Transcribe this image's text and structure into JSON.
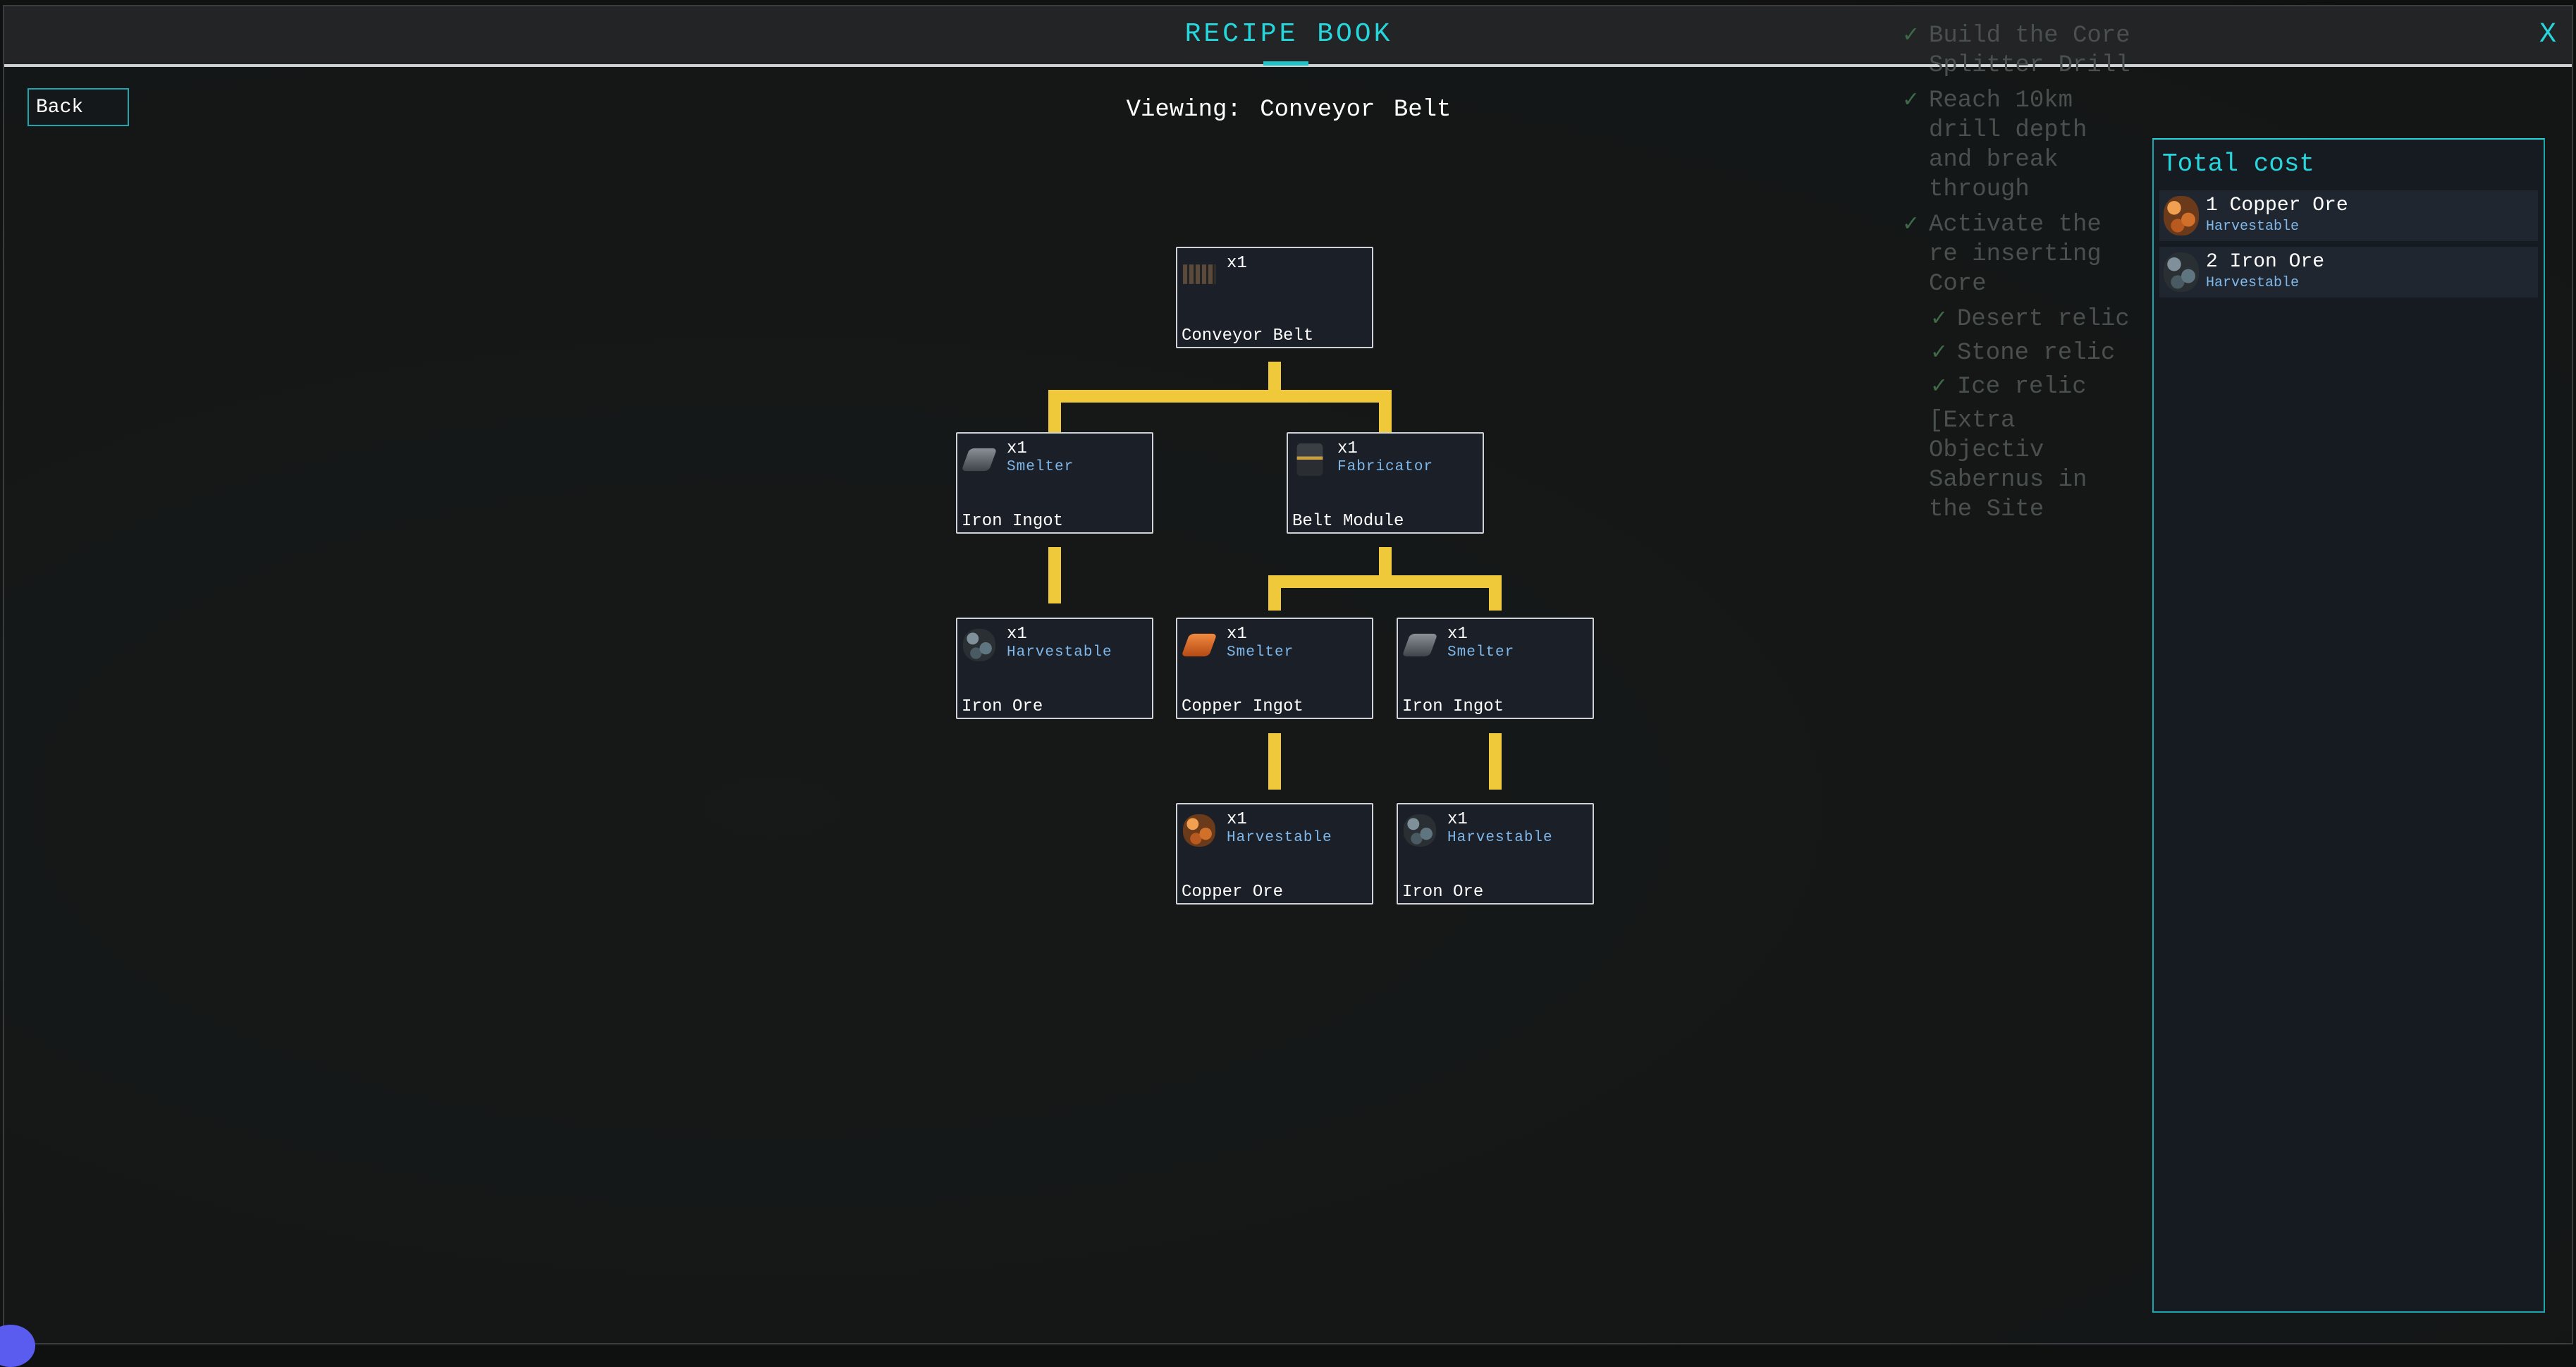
{
  "window": {
    "title": "RECIPE BOOK",
    "close_label": "X"
  },
  "back_label": "Back",
  "viewing": "Viewing: Conveyor Belt",
  "objectives": [
    {
      "text": "Build the Core Splitter Drill",
      "sub": false
    },
    {
      "text": "Reach 10km drill depth and break through",
      "sub": false
    },
    {
      "text": "Activate the re inserting Core",
      "sub": false
    },
    {
      "text": "Desert relic",
      "sub": true
    },
    {
      "text": "Stone relic",
      "sub": true
    },
    {
      "text": "Ice relic",
      "sub": true
    },
    {
      "text": "[Extra Objectiv Sabernus in the Site",
      "sub": false
    }
  ],
  "tree": [
    {
      "name": "Conveyor Belt",
      "qty": "x1",
      "source": "",
      "icon": "conveyor-belt-icon"
    },
    {
      "name": "Iron Ingot",
      "qty": "x1",
      "source": "Smelter",
      "icon": "iron-ingot-icon"
    },
    {
      "name": "Belt Module",
      "qty": "x1",
      "source": "Fabricator",
      "icon": "belt-module-icon"
    },
    {
      "name": "Iron Ore",
      "qty": "x1",
      "source": "Harvestable",
      "icon": "iron-ore-icon"
    },
    {
      "name": "Copper Ingot",
      "qty": "x1",
      "source": "Smelter",
      "icon": "copper-ingot-icon"
    },
    {
      "name": "Iron Ingot",
      "qty": "x1",
      "source": "Smelter",
      "icon": "iron-ingot-icon"
    },
    {
      "name": "Copper Ore",
      "qty": "x1",
      "source": "Harvestable",
      "icon": "copper-ore-icon"
    },
    {
      "name": "Iron Ore",
      "qty": "x1",
      "source": "Harvestable",
      "icon": "iron-ore-icon"
    }
  ],
  "total_cost": {
    "title": "Total cost",
    "items": [
      {
        "label": "1 Copper Ore",
        "source": "Harvestable",
        "icon": "copper-ore-icon"
      },
      {
        "label": "2 Iron Ore",
        "source": "Harvestable",
        "icon": "iron-ore-icon"
      }
    ]
  },
  "colors": {
    "accent": "#27d6dc",
    "connector": "#f0c93a",
    "source_text": "#7fb8ea"
  }
}
